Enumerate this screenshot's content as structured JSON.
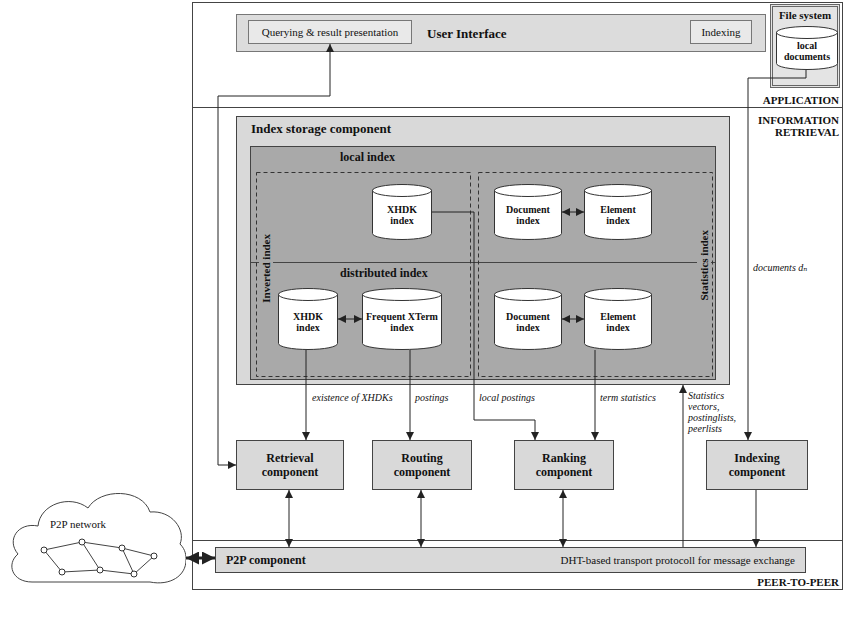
{
  "diagram": {
    "nodes": [
      {
        "text": [
          "APPLICATION"
        ]
      },
      {
        "text": [
          "User Interface"
        ],
        "in": 0
      },
      {
        "text": [
          "Querying & result presentation"
        ],
        "in": 1
      },
      {
        "text": [
          "Indexing"
        ],
        "in": 1
      },
      {
        "text": [
          "File system"
        ],
        "in": 0
      },
      {
        "text": [
          "local documents"
        ],
        "in": 4
      },
      {
        "text": [
          "INFORMATION RETRIEVAL"
        ]
      },
      {
        "text": [
          "Index storage component"
        ],
        "in": 6
      },
      {
        "text": [
          "local index"
        ],
        "in": 7
      },
      {
        "text": [
          "XHDK index"
        ],
        "in": 8
      },
      {
        "text": [
          "Document index"
        ],
        "in": 8
      },
      {
        "text": [
          "Element index"
        ],
        "in": 8
      },
      {
        "text": [
          "distributed index"
        ],
        "in": 7
      },
      {
        "text": [
          "XHDK index"
        ],
        "in": 12
      },
      {
        "text": [
          "Frequent XTerm index"
        ],
        "in": 12
      },
      {
        "text": [
          "Document index"
        ],
        "in": 12
      },
      {
        "text": [
          "Element index"
        ],
        "in": 12
      },
      {
        "text": [
          "Retrieval component"
        ],
        "in": 6
      },
      {
        "text": [
          "Routing component"
        ],
        "in": 6
      },
      {
        "text": [
          "Ranking component"
        ],
        "in": 6
      },
      {
        "text": [
          "Indexing component"
        ],
        "in": 6
      },
      {
        "text": [
          "PEER-TO-PEER"
        ]
      },
      {
        "text": [
          "P2P component",
          "DHT-based transport protocoll for message exchange"
        ],
        "in": 21
      },
      {
        "text": [
          "P2P network"
        ]
      }
    ],
    "edges": [
      {
        "from": 10,
        "to": 11,
        "arrow": "both"
      },
      {
        "from": 15,
        "to": 16,
        "arrow": "both"
      },
      {
        "from": 13,
        "to": 14,
        "arrow": "both"
      },
      {
        "from": 13,
        "to": 17,
        "label": "existence of XHDKs",
        "arrow": "to"
      },
      {
        "from": 14,
        "to": 18,
        "label": "postings",
        "arrow": "to"
      },
      {
        "from": 9,
        "to": 19,
        "label": "local postings",
        "arrow": "to"
      },
      {
        "from": 16,
        "to": 19,
        "label": "term statistics",
        "arrow": "to"
      },
      {
        "from": 17,
        "to": 22,
        "arrow": "both"
      },
      {
        "from": 18,
        "to": 22,
        "arrow": "both"
      },
      {
        "from": 19,
        "to": 22,
        "arrow": "both"
      },
      {
        "from": 20,
        "to": 22,
        "arrow": "to"
      },
      {
        "from": 22,
        "to": 7,
        "label": "Statistics vectors, postinglists, peerlists",
        "arrow": "to"
      },
      {
        "from": 5,
        "to": 20,
        "label": "documents dₙ",
        "arrow": "to"
      },
      {
        "from": 2,
        "to": 17,
        "arrow": "both"
      },
      {
        "from": 23,
        "to": 22,
        "arrow": "both"
      }
    ],
    "labels": [
      "Inverted index",
      "Statistics index"
    ]
  }
}
